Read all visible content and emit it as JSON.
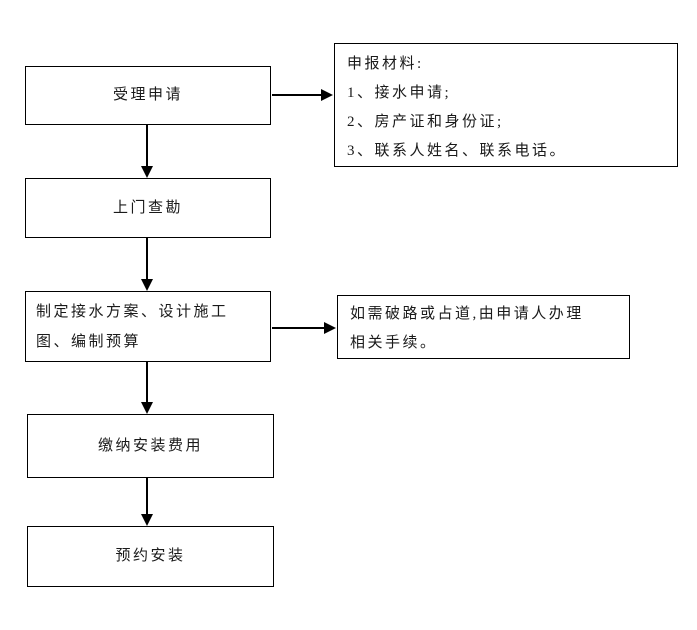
{
  "style": {
    "line_color": "#000000",
    "background_color": "#ffffff",
    "text_color": "#1a1a1a"
  },
  "flowchart": {
    "steps": [
      {
        "label": "受理申请"
      },
      {
        "label": "上门查勘"
      },
      {
        "lines": [
          "制定接水方案、设计施工",
          "图、编制预算"
        ]
      },
      {
        "label": "缴纳安装费用"
      },
      {
        "label": "预约安装"
      }
    ],
    "notes": [
      {
        "lines": [
          "申报材料:",
          "1、接水申请;",
          "2、房产证和身份证;",
          "3、联系人姓名、联系电话。"
        ]
      },
      {
        "lines": [
          "如需破路或占道,由申请人办理",
          "相关手续。"
        ]
      }
    ]
  }
}
